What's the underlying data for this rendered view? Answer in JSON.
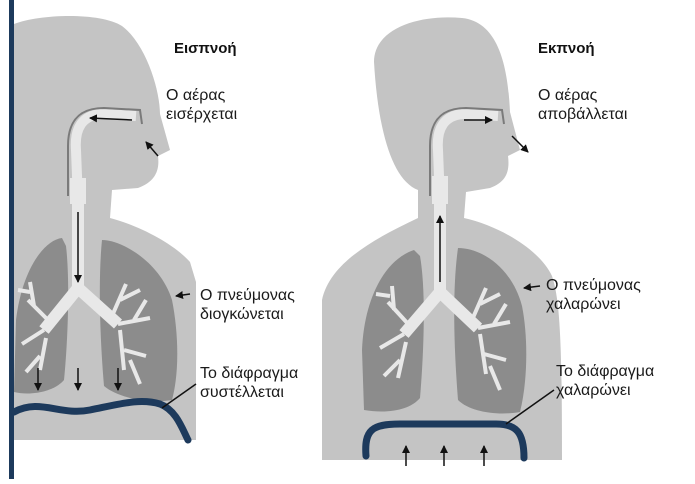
{
  "inhale": {
    "title": "Εισπνοή",
    "air_line1": "Ο αέρας",
    "air_line2": "εισέρχεται",
    "lung_line1": "Ο πνεύμονας",
    "lung_line2": "διογκώνεται",
    "diaphragm_line1": "Το διάφραγμα",
    "diaphragm_line2": "συστέλλεται"
  },
  "exhale": {
    "title": "Εκπνοή",
    "air_line1": "Ο αέρας",
    "air_line2": "αποβάλλεται",
    "lung_line1": "Ο πνεύμονας",
    "lung_line2": "χαλαρώνει",
    "diaphragm_line1": "Το διάφραγμα",
    "diaphragm_line2": "χαλαρώνει"
  },
  "colors": {
    "body": "#c4c4c4",
    "lung": "#8c8c8c",
    "airway": "#e8e8e8",
    "diaphragm": "#1d3a5c",
    "frame": "#1d3a5c",
    "arrow": "#111111"
  }
}
